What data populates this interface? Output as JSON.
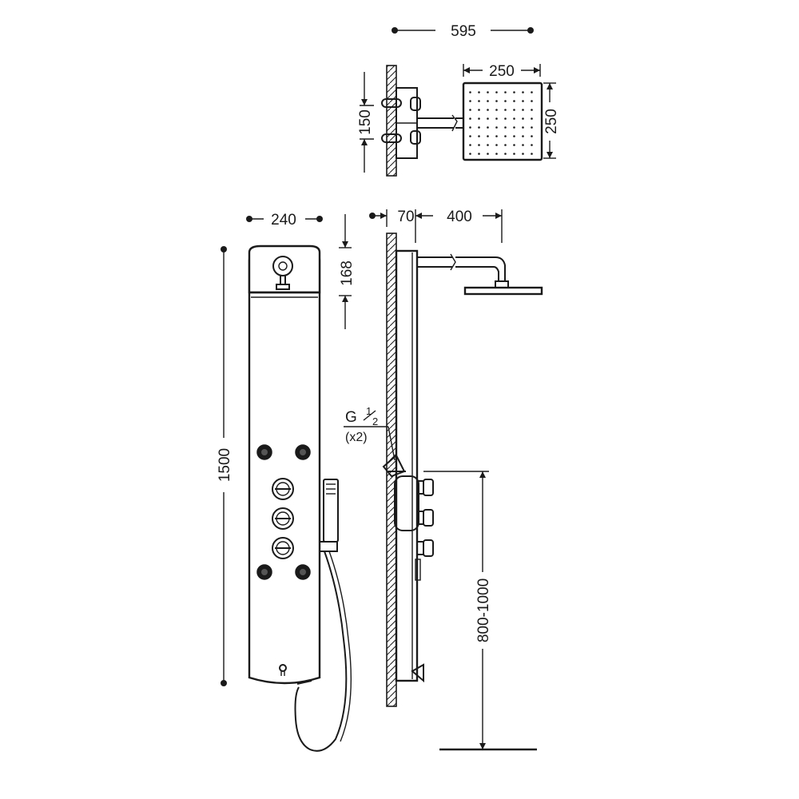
{
  "dimensions": {
    "top_width": "595",
    "head_width": "250",
    "head_depth": "250",
    "arm_mount_height": "150",
    "panel_width": "240",
    "panel_top_offset": "168",
    "panel_height": "1500",
    "wall_offset": "70",
    "arm_length": "400",
    "inlet_thread": "G",
    "inlet_fraction_num": "1",
    "inlet_fraction_den": "2",
    "inlet_count": "(x2)",
    "install_height": "800-1000"
  }
}
